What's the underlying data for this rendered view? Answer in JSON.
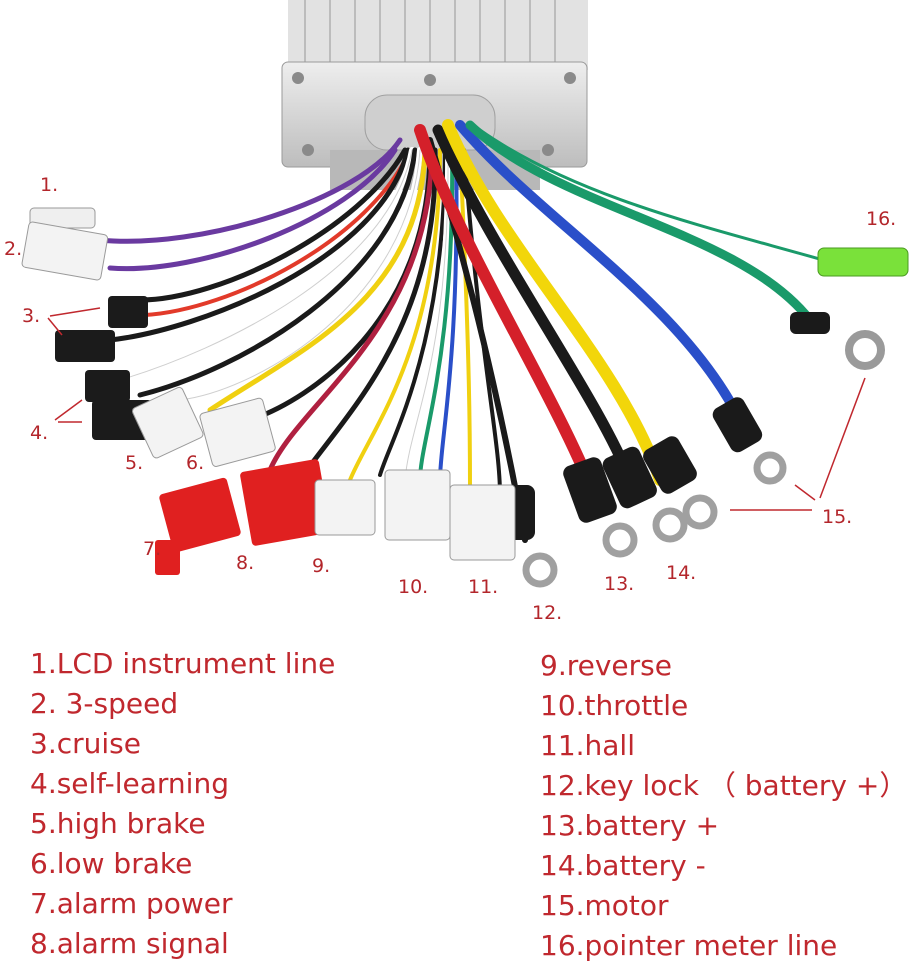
{
  "callouts": {
    "n1": "1.",
    "n2": "2.",
    "n3": "3.",
    "n4": "4.",
    "n5": "5.",
    "n6": "6.",
    "n7": "7.",
    "n8": "8.",
    "n9": "9.",
    "n10": "10.",
    "n11": "11.",
    "n12": "12.",
    "n13": "13.",
    "n14": "14.",
    "n15": "15.",
    "n16": "16."
  },
  "legend": {
    "left": [
      "1.LCD instrument line",
      "2. 3-speed",
      "3.cruise",
      "4.self-learning",
      "5.high brake",
      "6.low brake",
      "7.alarm power",
      "8.alarm signal"
    ],
    "right": [
      "9.reverse",
      "10.throttle",
      "11.hall",
      "12.key lock （ battery +）",
      "13.battery +",
      "14.battery -",
      "15.motor",
      "16.pointer meter line"
    ]
  },
  "colors": {
    "label_red": "#c0282e",
    "housing": "#d9d9d9",
    "wire_red": "#d4202a",
    "wire_yellow": "#f2d60a",
    "wire_blue": "#2a4fc9",
    "wire_green": "#1a9a6a",
    "wire_black": "#1a1a1a",
    "wire_purple": "#6a3aa0",
    "connector_red": "#e02020",
    "connector_white": "#f3f3f3",
    "connector_black": "#1b1b1b"
  }
}
